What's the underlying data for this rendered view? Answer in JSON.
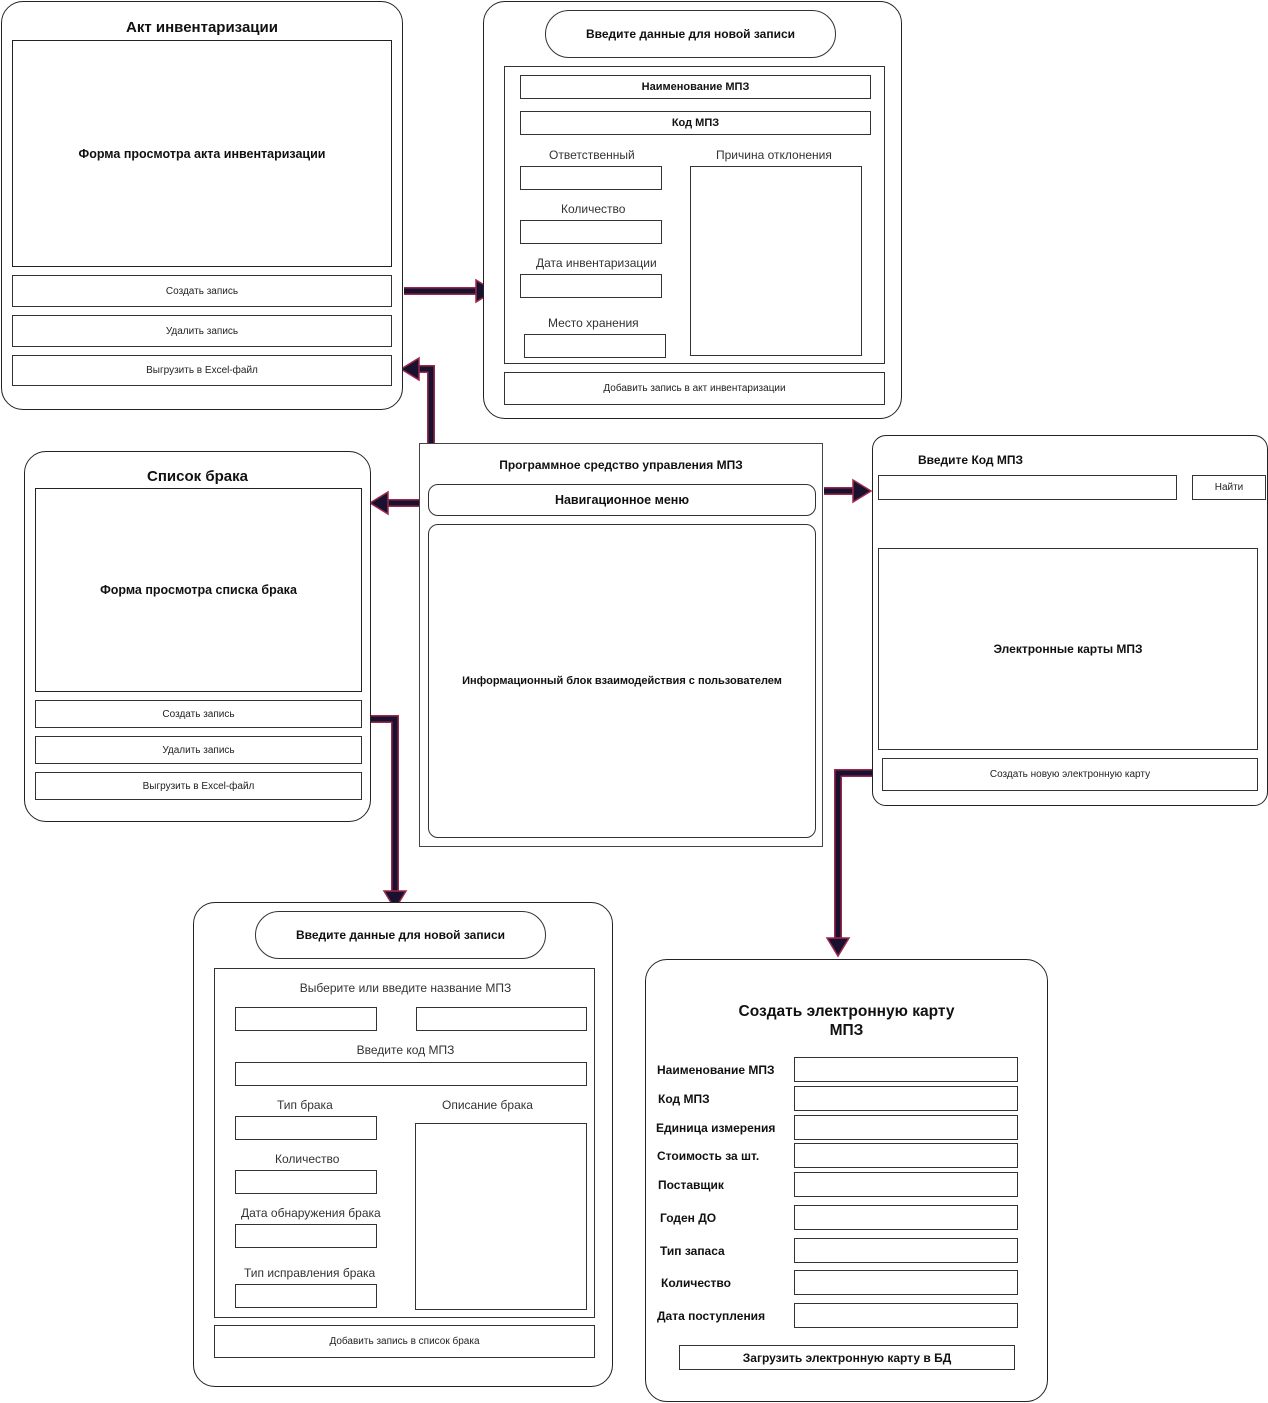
{
  "act": {
    "title": "Акт инвентаризации",
    "view_label": "Форма просмотра акта инвентаризации",
    "create_btn": "Создать запись",
    "delete_btn": "Удалить запись",
    "export_btn": "Выгрузить в Excel-файл"
  },
  "act_new": {
    "header": "Введите данные для новой записи",
    "name_label": "Наименование МПЗ",
    "code_label": "Код МПЗ",
    "responsible_label": "Ответственный",
    "reason_label": "Причина отклонения",
    "quantity_label": "Количество",
    "date_label": "Дата инвентаризации",
    "storage_label": "Место хранения",
    "add_btn": "Добавить запись в акт инвентаризации"
  },
  "defects": {
    "title": "Список брака",
    "view_label": "Форма просмотра списка брака",
    "create_btn": "Создать запись",
    "delete_btn": "Удалить запись",
    "export_btn": "Выгрузить в Excel-файл"
  },
  "main": {
    "title": "Программное средство управления МПЗ",
    "nav_label": "Навигационное меню",
    "info_label": "Информационный блок взаимодействия с пользователем"
  },
  "search": {
    "label": "Введите Код МПЗ",
    "find_btn": "Найти",
    "cards_label": "Электронные карты МПЗ",
    "create_btn": "Создать новую электронную карту"
  },
  "defect_new": {
    "header": "Введите данные для новой записи",
    "choose_label": "Выберите или введите название МПЗ",
    "code_label": "Введите код МПЗ",
    "type_label": "Тип брака",
    "desc_label": "Описание брака",
    "quantity_label": "Количество",
    "found_date_label": "Дата обнаружения брака",
    "fix_type_label": "Тип исправления брака",
    "add_btn": "Добавить запись в список брака"
  },
  "card_new": {
    "title_line1": "Создать электронную карту",
    "title_line2": "МПЗ",
    "fields": [
      "Наименование МПЗ",
      "Код МПЗ",
      "Единица измерения",
      "Стоимость за шт.",
      "Поставщик",
      "Годен ДО",
      "Тип запаса",
      "Количество",
      "Дата поступления"
    ],
    "upload_btn": "Загрузить электронную карту в БД"
  },
  "colors": {
    "arrow_fill": "#1a1030",
    "arrow_outline": "#9b2a4a"
  }
}
